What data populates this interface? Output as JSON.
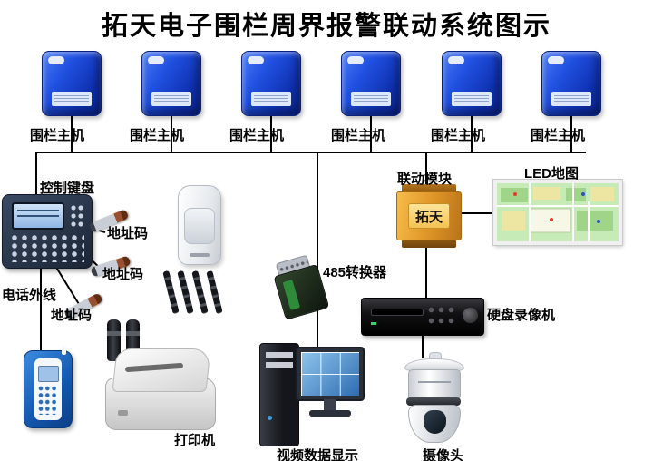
{
  "title": "拓天电子围栏周界报警联动系统图示",
  "fence_hosts": [
    {
      "label": "围栏主机"
    },
    {
      "label": "围栏主机"
    },
    {
      "label": "围栏主机"
    },
    {
      "label": "围栏主机"
    },
    {
      "label": "围栏主机"
    },
    {
      "label": "围栏主机"
    }
  ],
  "devices": {
    "keyboard_label": "控制键盘",
    "address_code_1": "地址码",
    "address_code_2": "地址码",
    "address_code_3": "地址码",
    "phone_line_label": "电话外线",
    "linkage_module_label": "联动模块",
    "linkage_module_brand": "拓天",
    "led_map_label": "LED地图",
    "converter_label": "485转换器",
    "dvr_label": "硬盘录像机",
    "printer_label": "打印机",
    "video_display_label": "视频数据显示",
    "camera_label": "摄像头"
  },
  "colors": {
    "host_blue": "#1f44c8",
    "module_gold": "#e09a2c",
    "map_green": "#c7ebb6",
    "wire": "#000000"
  }
}
